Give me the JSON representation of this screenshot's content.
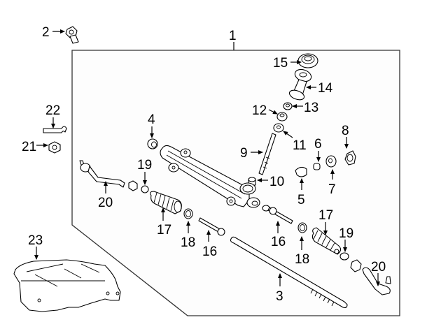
{
  "diagram": {
    "title": "Steering Gear Assembly",
    "callouts": [
      {
        "id": "1",
        "label": "1",
        "part": "steering-gear-assembly"
      },
      {
        "id": "2",
        "label": "2",
        "part": "bolt"
      },
      {
        "id": "3",
        "label": "3",
        "part": "rack"
      },
      {
        "id": "4",
        "label": "4",
        "part": "bushing"
      },
      {
        "id": "5",
        "label": "5",
        "part": "plug"
      },
      {
        "id": "6",
        "label": "6",
        "part": "spring"
      },
      {
        "id": "7",
        "label": "7",
        "part": "rack-guide"
      },
      {
        "id": "8",
        "label": "8",
        "part": "lock-nut"
      },
      {
        "id": "9",
        "label": "9",
        "part": "pinion-shaft"
      },
      {
        "id": "10",
        "label": "10",
        "part": "bearing"
      },
      {
        "id": "11",
        "label": "11",
        "part": "bearing"
      },
      {
        "id": "12",
        "label": "12",
        "part": "oil-seal"
      },
      {
        "id": "13",
        "label": "13",
        "part": "snap-ring"
      },
      {
        "id": "14",
        "label": "14",
        "part": "dust-boot"
      },
      {
        "id": "15",
        "label": "15",
        "part": "cap"
      },
      {
        "id": "16a",
        "label": "16",
        "part": "inner-tie-rod-left"
      },
      {
        "id": "16b",
        "label": "16",
        "part": "inner-tie-rod-right"
      },
      {
        "id": "17a",
        "label": "17",
        "part": "boot-left"
      },
      {
        "id": "17b",
        "label": "17",
        "part": "boot-right"
      },
      {
        "id": "18a",
        "label": "18",
        "part": "boot-clamp-left"
      },
      {
        "id": "18b",
        "label": "18",
        "part": "boot-clamp-right"
      },
      {
        "id": "19a",
        "label": "19",
        "part": "boot-clip-left"
      },
      {
        "id": "19b",
        "label": "19",
        "part": "boot-clip-right"
      },
      {
        "id": "20a",
        "label": "20",
        "part": "outer-tie-rod-left"
      },
      {
        "id": "20b",
        "label": "20",
        "part": "outer-tie-rod-right"
      },
      {
        "id": "21",
        "label": "21",
        "part": "nut"
      },
      {
        "id": "22",
        "label": "22",
        "part": "cotter-pin"
      },
      {
        "id": "23",
        "label": "23",
        "part": "heat-shield"
      }
    ]
  }
}
